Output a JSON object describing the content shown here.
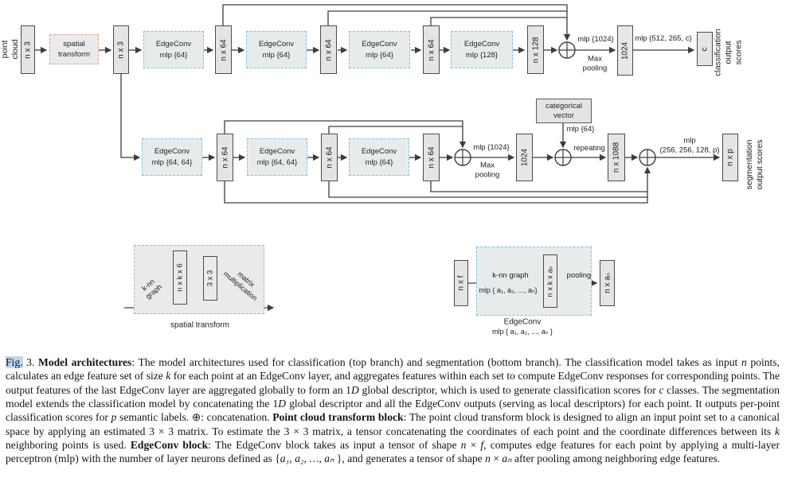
{
  "fig": {
    "point_cloud": "point cloud",
    "n_x_3": "n x 3",
    "n_x_64": "n x 64",
    "n_x_128": "n x 128",
    "spatial_transform": "spatial\ntransform",
    "edgeconv_64": "EdgeConv\nmlp {64}",
    "edgeconv_128": "EdgeConv\nmlp {128}",
    "edgeconv_64_64": "EdgeConv\nmlp {64, 64}",
    "mlp_1024": "mlp {1024}",
    "max_pooling": "Max\npooling",
    "g1024": "1024",
    "mlp_classifier": "mlp {512, 265, c}",
    "c": "c",
    "classification_scores": "classification\noutput scores",
    "categorical_vector": "categorical\nvector",
    "mlp_64": "mlp {64}",
    "repeating": "repeating",
    "n_x_1088": "n x 1088",
    "mlp_seg": "mlp\n(256, 256, 128, p)",
    "n_x_p": "n x p",
    "segmentation_scores": "segmentation\noutput scores"
  },
  "st_detail": {
    "knn_graph": "k-nn graph",
    "n_x_k_x_6": "n x k x 6",
    "mat_3x3": "3 x 3",
    "matrix_multiplication": "matrix\nmultiplication",
    "caption": "spatial transform"
  },
  "ec_detail": {
    "n_x_f": "n x f",
    "knn_graph": "k-nn graph",
    "mlp_layers": "mlp { a₁, a₂, ..., aₙ}",
    "n_x_k_x_an": "n x k x aₙ",
    "pooling": "pooling",
    "n_x_an": "n x aₙ",
    "caption1": "EdgeConv",
    "caption2": "mlp { a₁, a₂, ..., aₙ }"
  },
  "caption": {
    "segments": [
      {
        "t": "Fig.",
        "c": "hl"
      },
      {
        "t": " 3.  "
      },
      {
        "t": "Model architectures",
        "c": "b"
      },
      {
        "t": ": The model architectures used for classification (top branch) and segmentation (bottom branch). The classification model takes as input "
      },
      {
        "t": "n",
        "c": "i"
      },
      {
        "t": " points, calculates an edge feature set of size "
      },
      {
        "t": "k",
        "c": "i"
      },
      {
        "t": " for each point at an EdgeConv layer, and aggregates features within each set to compute EdgeConv responses for corresponding points. The output features of the last EdgeConv layer are aggregated globally to form an 1"
      },
      {
        "t": "D",
        "c": "i"
      },
      {
        "t": " global descriptor, which is used to generate classification scores for "
      },
      {
        "t": "c",
        "c": "i"
      },
      {
        "t": " classes. The segmentation model extends the classification model by concatenating the 1"
      },
      {
        "t": "D",
        "c": "i"
      },
      {
        "t": " global descriptor and all the EdgeConv outputs (serving as local descriptors) for each point. It outputs per-point classification scores for "
      },
      {
        "t": "p",
        "c": "i"
      },
      {
        "t": " semantic labels. ⊕: concatenation. "
      },
      {
        "t": "Point cloud transform block",
        "c": "b"
      },
      {
        "t": ": The point cloud transform block is designed to align an input point set to a canonical space by applying an estimated 3 × 3 matrix. To estimate the 3 × 3 matrix, a tensor concatenating the coordinates of each point and the coordinate differences between its "
      },
      {
        "t": "k",
        "c": "i"
      },
      {
        "t": " neighboring points is used. "
      },
      {
        "t": "EdgeConv block",
        "c": "b"
      },
      {
        "t": ": The EdgeConv block takes as input a tensor of shape "
      },
      {
        "t": "n",
        "c": "i"
      },
      {
        "t": " × "
      },
      {
        "t": "f",
        "c": "i"
      },
      {
        "t": ", computes edge features for each point by applying a multi-layer perceptron (mlp) with the number of layer neurons defined as {"
      },
      {
        "t": "a₁, a₂, …, aₙ",
        "c": "i"
      },
      {
        "t": " }, and generates a tensor of shape "
      },
      {
        "t": "n",
        "c": "i"
      },
      {
        "t": " × "
      },
      {
        "t": "aₙ",
        "c": "i"
      },
      {
        "t": " after pooling among neighboring edge features."
      }
    ]
  }
}
